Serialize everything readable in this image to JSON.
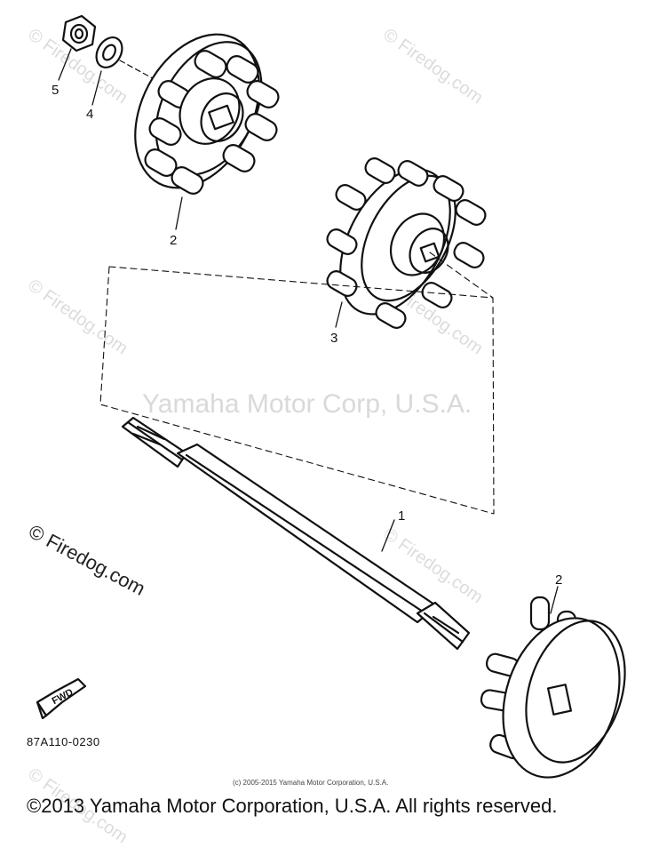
{
  "watermarks": {
    "firedog": "© Firedog.com",
    "center": "Yamaha Motor Corp, U.S.A."
  },
  "callouts": {
    "c1": "1",
    "c2a": "2",
    "c2b": "2",
    "c3": "3",
    "c4": "4",
    "c5": "5"
  },
  "fwd_label": "FWD",
  "part_code": "87A110-0230",
  "small_copyright": "(c) 2005-2015 Yamaha Motor Corporation, U.S.A.",
  "footer_copyright": "©2013 Yamaha Motor Corporation, U.S.A. All rights reserved."
}
